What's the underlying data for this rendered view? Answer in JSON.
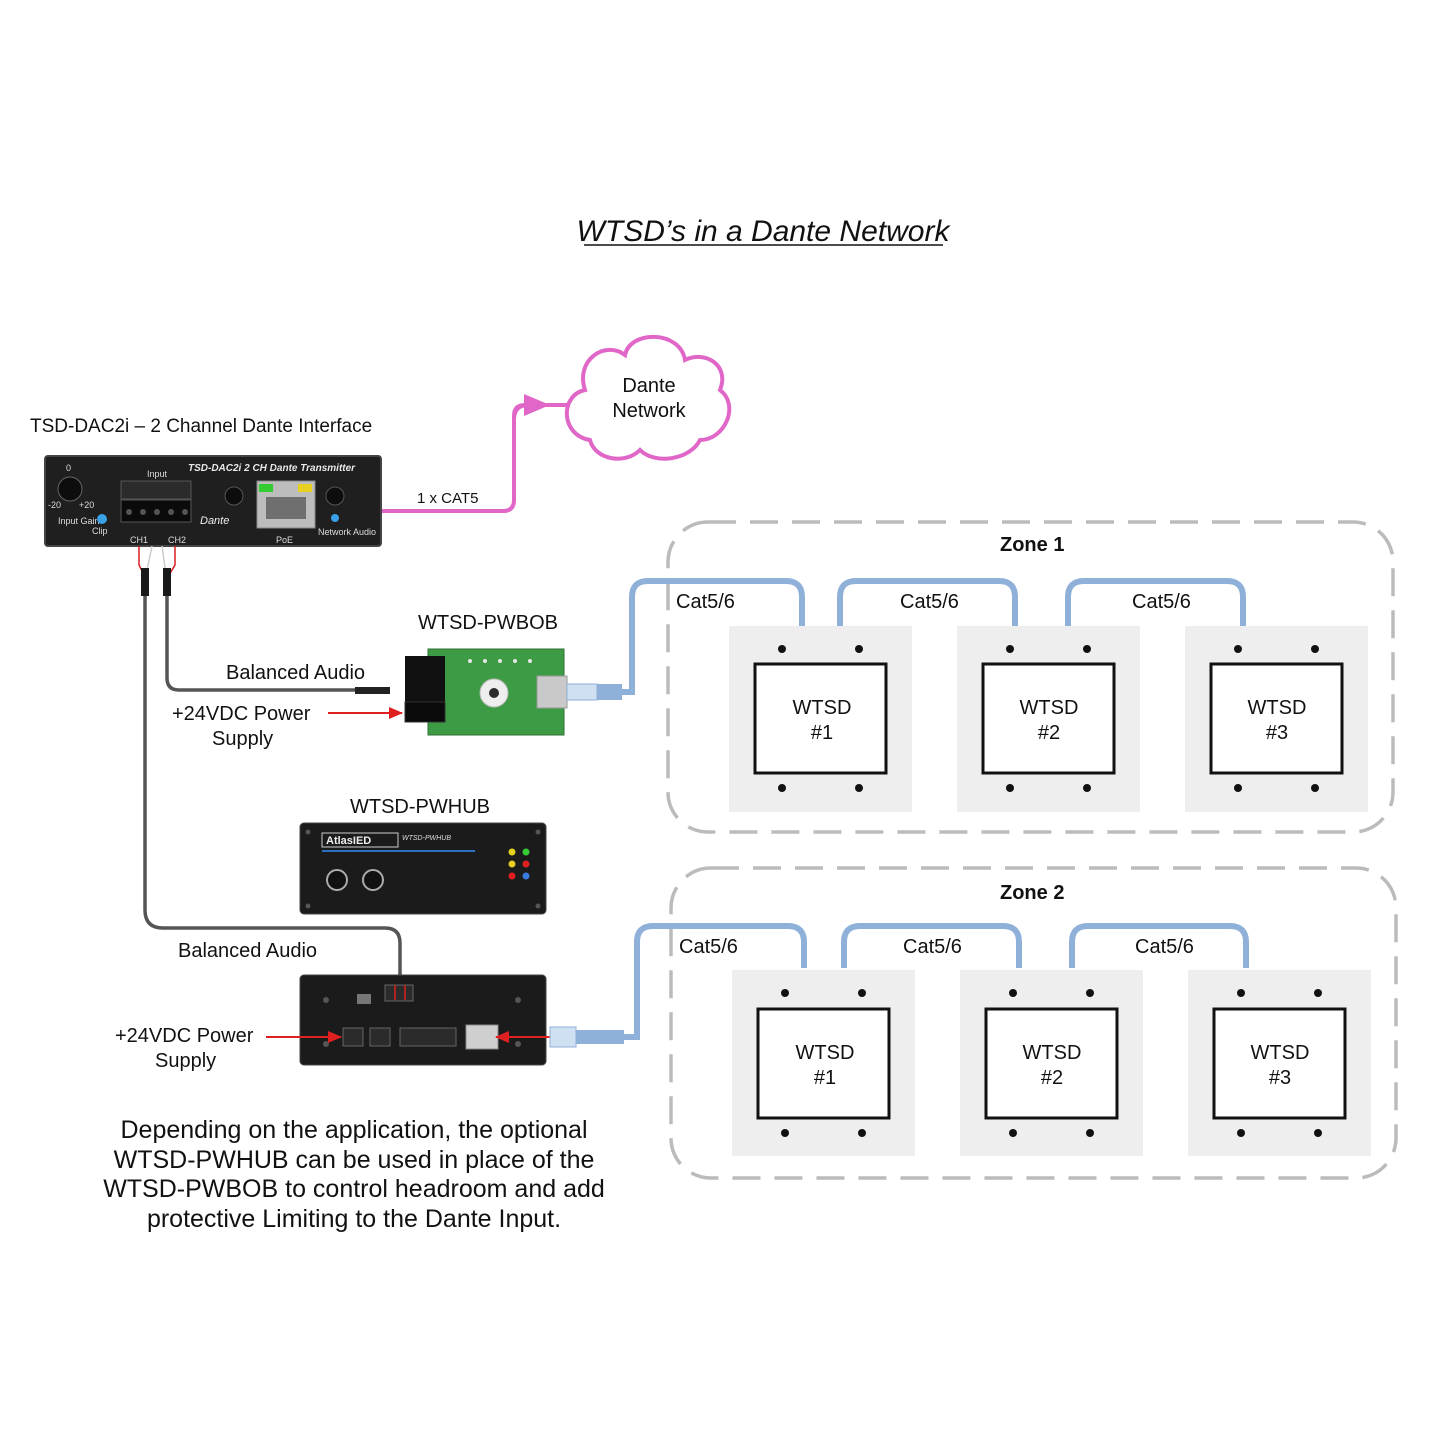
{
  "title": "WTSD’s in a Dante Network",
  "cloud_label": [
    "Dante",
    "Network"
  ],
  "dac2i": {
    "caption": "TSD-DAC2i – 2 Channel Dante Interface",
    "panel_title": "TSD-DAC2i 2 CH Dante Transmitter",
    "input_label": "Input",
    "gain_top": "0",
    "gain_min": "-20",
    "gain_max": "+20",
    "gain_label": "Input Gain",
    "clip_label": "Clip",
    "ch1": "CH1",
    "ch2": "CH2",
    "dante_logo": "Dante",
    "poe": "PoE",
    "network_audio": "Network Audio"
  },
  "cat5_label": "1 x CAT5",
  "pwbob": {
    "caption": "WTSD-PWBOB",
    "audio_label": "Balanced Audio",
    "power_label": [
      "+24VDC Power",
      "Supply"
    ]
  },
  "pwhub": {
    "caption": "WTSD-PWHUB",
    "brand": "AtlasIED",
    "model": "WTSD-PWHUB",
    "audio_label": "Balanced Audio",
    "power_label": [
      "+24VDC Power",
      "Supply"
    ]
  },
  "zones": [
    {
      "title": "Zone 1",
      "cable_labels": [
        "Cat5/6",
        "Cat5/6",
        "Cat5/6"
      ],
      "devices": [
        [
          "WTSD",
          "#1"
        ],
        [
          "WTSD",
          "#2"
        ],
        [
          "WTSD",
          "#3"
        ]
      ]
    },
    {
      "title": "Zone 2",
      "cable_labels": [
        "Cat5/6",
        "Cat5/6",
        "Cat5/6"
      ],
      "devices": [
        [
          "WTSD",
          "#1"
        ],
        [
          "WTSD",
          "#2"
        ],
        [
          "WTSD",
          "#3"
        ]
      ]
    }
  ],
  "note": [
    "Depending on the application, the optional",
    "WTSD-PWHUB can be used in place of the",
    "WTSD-PWBOB to control headroom and add",
    "protective Limiting to the Dante Input."
  ],
  "colors": {
    "dante_link": "#e066c8",
    "cat_cable": "#8fb0d8",
    "power_arrow": "#e02020",
    "audio_cable": "#555555",
    "zone_border": "#bbbbbb"
  }
}
